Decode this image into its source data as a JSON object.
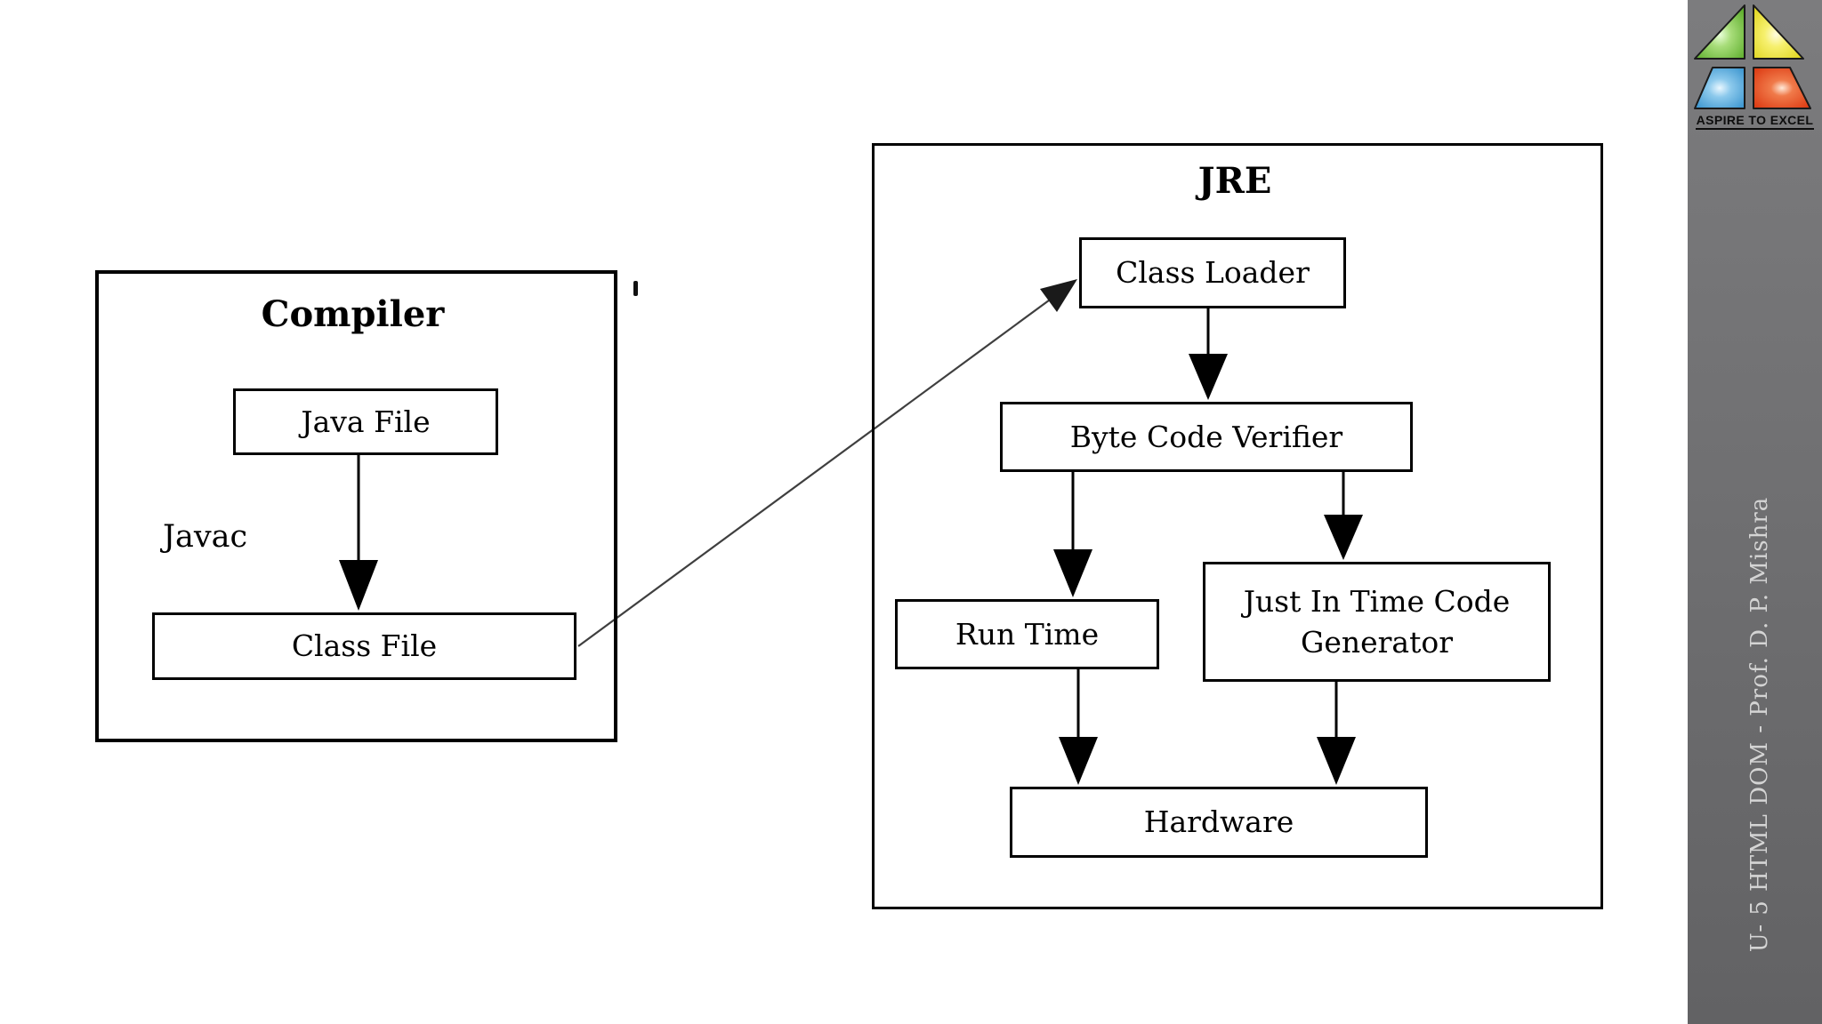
{
  "diagram": {
    "compiler": {
      "title": "Compiler",
      "java_file_label": "Java File",
      "javac_label": "Javac",
      "class_file_label": "Class File"
    },
    "jre": {
      "title": "JRE",
      "class_loader_label": "Class Loader",
      "byte_code_verifier_label": "Byte Code Verifier",
      "run_time_label": "Run Time",
      "jit_label": "Just In Time Code Generator",
      "hardware_label": "Hardware"
    },
    "colors": {
      "box_border": "#000000",
      "box_fill": "#ffffff",
      "text": "#000000",
      "arrow": "#000000",
      "diagonal_arrow": "#3f3f3f",
      "background": "#ffffff"
    }
  },
  "sidebar": {
    "logo_caption": "ASPIRE TO EXCEL",
    "vertical_text": "U- 5 HTML DOM - Prof. D. P. Mishra",
    "colors": {
      "background_top": "#7c7c7e",
      "background_bottom": "#626264",
      "vertical_text": "#d4d4d4",
      "caption_text": "#0d0d0d",
      "logo_green": "#76c043",
      "logo_yellow": "#f2ea3b",
      "logo_blue": "#55abdf",
      "logo_red": "#e94f2b"
    }
  }
}
